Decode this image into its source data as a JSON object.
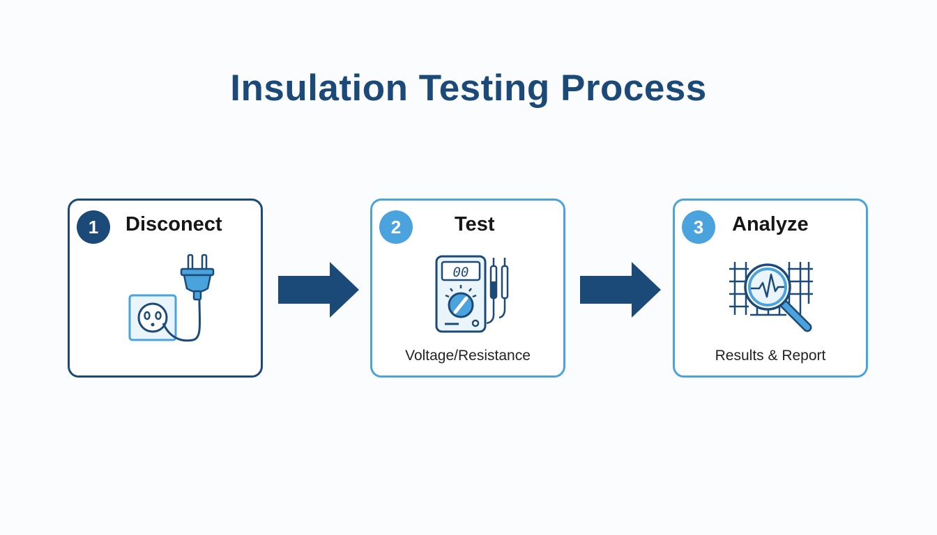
{
  "title": "Insulation Testing Process",
  "steps": [
    {
      "number": "1",
      "label": "Disconect",
      "caption": "",
      "icon": "plug-socket-icon"
    },
    {
      "number": "2",
      "label": "Test",
      "caption": "Voltage/Resistance",
      "icon": "multimeter-icon"
    },
    {
      "number": "3",
      "label": "Analyze",
      "caption": "Results & Report",
      "icon": "magnifier-graph-icon"
    }
  ],
  "meter_display": "00",
  "colors": {
    "dark_blue": "#1b4a78",
    "light_blue": "#4aa3dc",
    "text": "#161616"
  }
}
